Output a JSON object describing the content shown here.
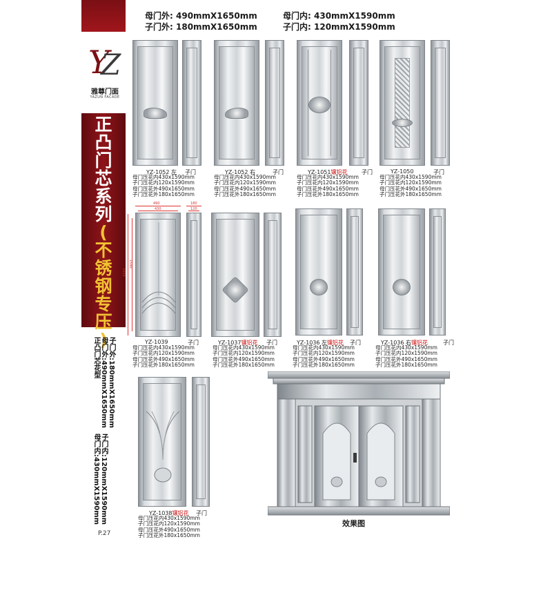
{
  "header": {
    "mother_outer_label": "母门外:",
    "mother_outer_value": "490mmX1650mm",
    "mother_inner_label": "母门内:",
    "mother_inner_value": "430mmX1590mm",
    "child_outer_label": "子门外:",
    "child_outer_value": "180mmX1650mm",
    "child_inner_label": "子门内:",
    "child_inner_value": "120mmX1590mm"
  },
  "brand": {
    "logo_text": "YZ",
    "name_cn": "雅尊门面",
    "name_en": "YAZUN FACADE"
  },
  "title_chars": [
    "正",
    "凸",
    "门",
    "芯",
    "系",
    "列",
    "(",
    "不",
    "锈",
    "钢",
    "专",
    "压",
    ")"
  ],
  "side_notes": {
    "col1": "正凸门芯花型",
    "col2": "母门外:490mmX1650mm",
    "col3": "子门外:180mmX1650mm",
    "col4": "母门内:430mmX1590mm",
    "col5": "子门内:120mmX1590mm"
  },
  "page_number": "P.27",
  "child_door_label": "子门",
  "spec_lines": [
    "母门压花内430x1590mm",
    "子门压花内120x1590mm",
    "母门压花外490x1650mm",
    "子门压花外180x1650mm"
  ],
  "products": [
    {
      "code": "YZ-1052 左",
      "tag": ""
    },
    {
      "code": "YZ-1052 右",
      "tag": ""
    },
    {
      "code": "YZ-1051",
      "tag": "镶铝花"
    },
    {
      "code": "YZ-1050",
      "tag": ""
    },
    {
      "code": "YZ-1039",
      "tag": ""
    },
    {
      "code": "YZ-1037",
      "tag": "镶铝花"
    },
    {
      "code": "YZ-1036 左",
      "tag": "镶铝花"
    },
    {
      "code": "YZ-1036 右",
      "tag": "镶铝花"
    },
    {
      "code": "YZ-1038",
      "tag": "镶铝花"
    }
  ],
  "dimensions_1039": {
    "outer_w": "490",
    "inner_w": "430",
    "child_outer_w": "180",
    "child_inner_w": "120",
    "outer_h": "1650",
    "inner_h": "1590"
  },
  "effect_caption": "效果图"
}
